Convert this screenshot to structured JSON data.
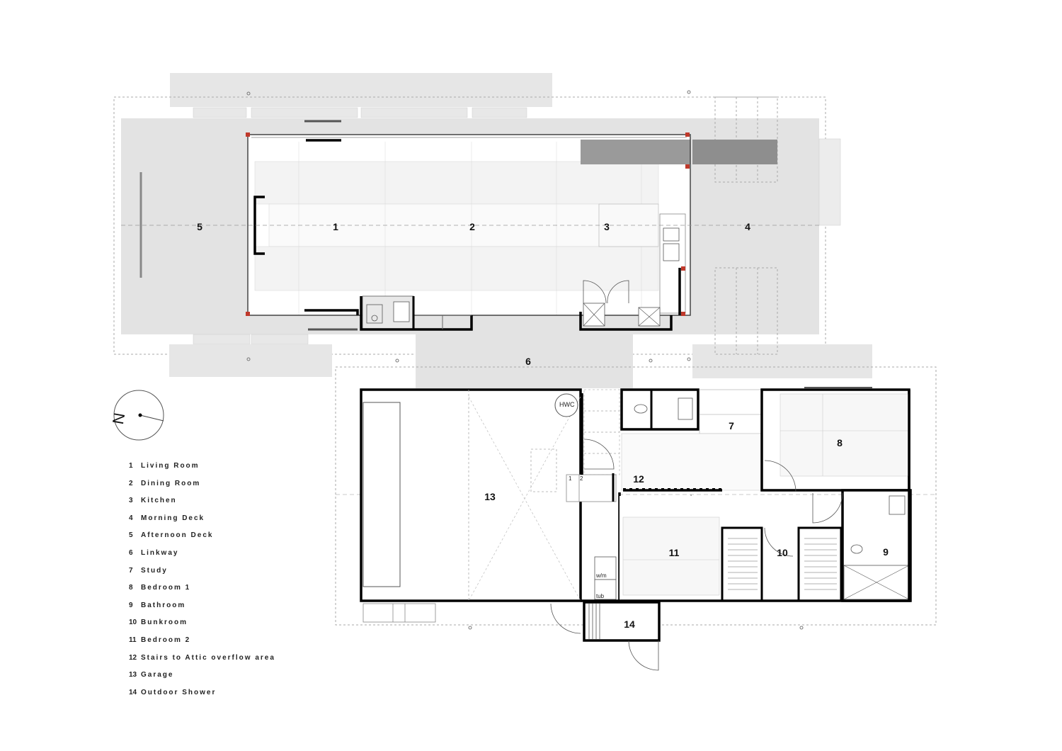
{
  "rooms": [
    {
      "num": "1",
      "name": "Living Room"
    },
    {
      "num": "2",
      "name": "Dining  Room"
    },
    {
      "num": "3",
      "name": "Kitchen"
    },
    {
      "num": "4",
      "name": "Morning  Deck"
    },
    {
      "num": "5",
      "name": "Afternoon  Deck"
    },
    {
      "num": "6",
      "name": "Linkway"
    },
    {
      "num": "7",
      "name": "Study"
    },
    {
      "num": "8",
      "name": "Bedroom 1"
    },
    {
      "num": "9",
      "name": "Bathroom"
    },
    {
      "num": "10",
      "name": "Bunkroom"
    },
    {
      "num": "11",
      "name": "Bedroom 2"
    },
    {
      "num": "12",
      "name": "Stairs to Attic overflow area"
    },
    {
      "num": "13",
      "name": "Garage"
    },
    {
      "num": "14",
      "name": "Outdoor Shower"
    }
  ],
  "fixtures": {
    "hwc": "HWC",
    "wm": "w/m",
    "tub": "tub",
    "stair_1": "1",
    "stair_2": "2"
  },
  "colors": {
    "wall": "#000000",
    "deck": "#e3e3e3",
    "floor_panel": "#f4f4f4",
    "dark_panel": "#9a9a9a",
    "dashed": "#9a9a9a",
    "accent": "#c0392b"
  },
  "north_arrow": {
    "label": "N"
  }
}
